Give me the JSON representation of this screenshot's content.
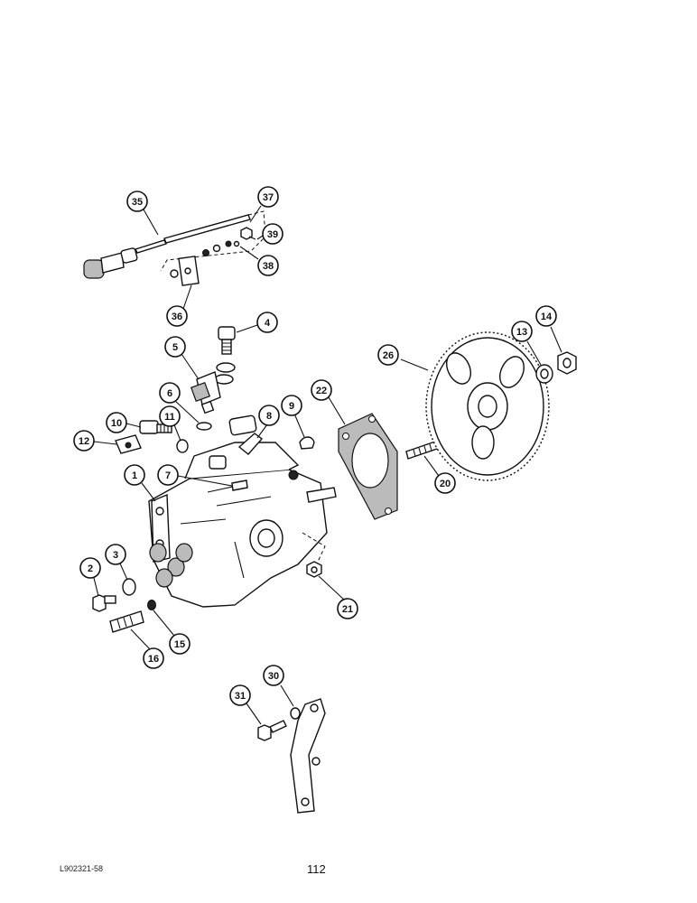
{
  "callouts": {
    "c1": "1",
    "c2": "2",
    "c3": "3",
    "c4": "4",
    "c5": "5",
    "c6": "6",
    "c7": "7",
    "c8": "8",
    "c9": "9",
    "c10": "10",
    "c11": "11",
    "c12": "12",
    "c13": "13",
    "c14": "14",
    "c15": "15",
    "c16": "16",
    "c20": "20",
    "c21": "21",
    "c22": "22",
    "c26": "26",
    "c30": "30",
    "c31": "31",
    "c35": "35",
    "c36": "36",
    "c37": "37",
    "c38": "38",
    "c39": "39"
  },
  "footer": {
    "drawing_code": "L902321-58",
    "page_number": "112"
  }
}
